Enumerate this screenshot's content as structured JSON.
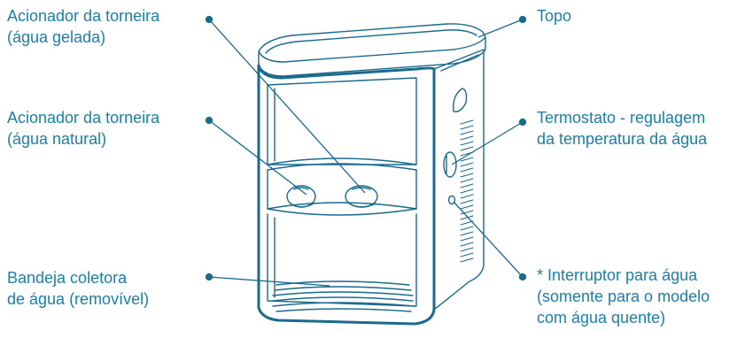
{
  "colors": {
    "label_text": "#1a7fa8",
    "outline": "#1a6a8c",
    "leader": "#1a6a8c"
  },
  "labels": {
    "faucet_cold": {
      "line1": "Acionador da torneira",
      "line2": "(água gelada)"
    },
    "faucet_natural": {
      "line1": "Acionador da torneira",
      "line2": "(água natural)"
    },
    "drip_tray": {
      "line1": "Bandeja coletora",
      "line2": "de água (removível)"
    },
    "top": {
      "line1": "Topo"
    },
    "thermostat": {
      "line1": "Termostato - regulagem",
      "line2": "da temperatura da água"
    },
    "switch": {
      "line1": "* Interruptor para água",
      "line2": "(somente para o modelo",
      "line3": "com água quente)"
    }
  }
}
